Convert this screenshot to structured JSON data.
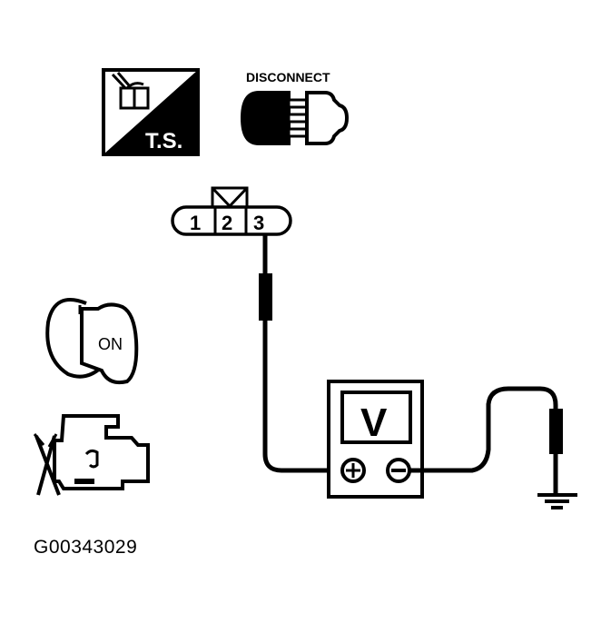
{
  "diagram": {
    "caption": "G00343029",
    "colors": {
      "ink": "#000000",
      "paper": "#ffffff"
    },
    "icons": {
      "test_symbol": {
        "label": "T.S."
      },
      "disconnect": {
        "label": "DISCONNECT"
      },
      "ignition": {
        "label": "ON"
      },
      "engine": {
        "state": "engine off"
      }
    },
    "connector": {
      "pins": [
        "1",
        "2",
        "3"
      ],
      "probed_pin": "3"
    },
    "voltmeter": {
      "display": "V",
      "positive": "+",
      "negative": "−"
    },
    "ground": {
      "symbol": "ground"
    }
  }
}
